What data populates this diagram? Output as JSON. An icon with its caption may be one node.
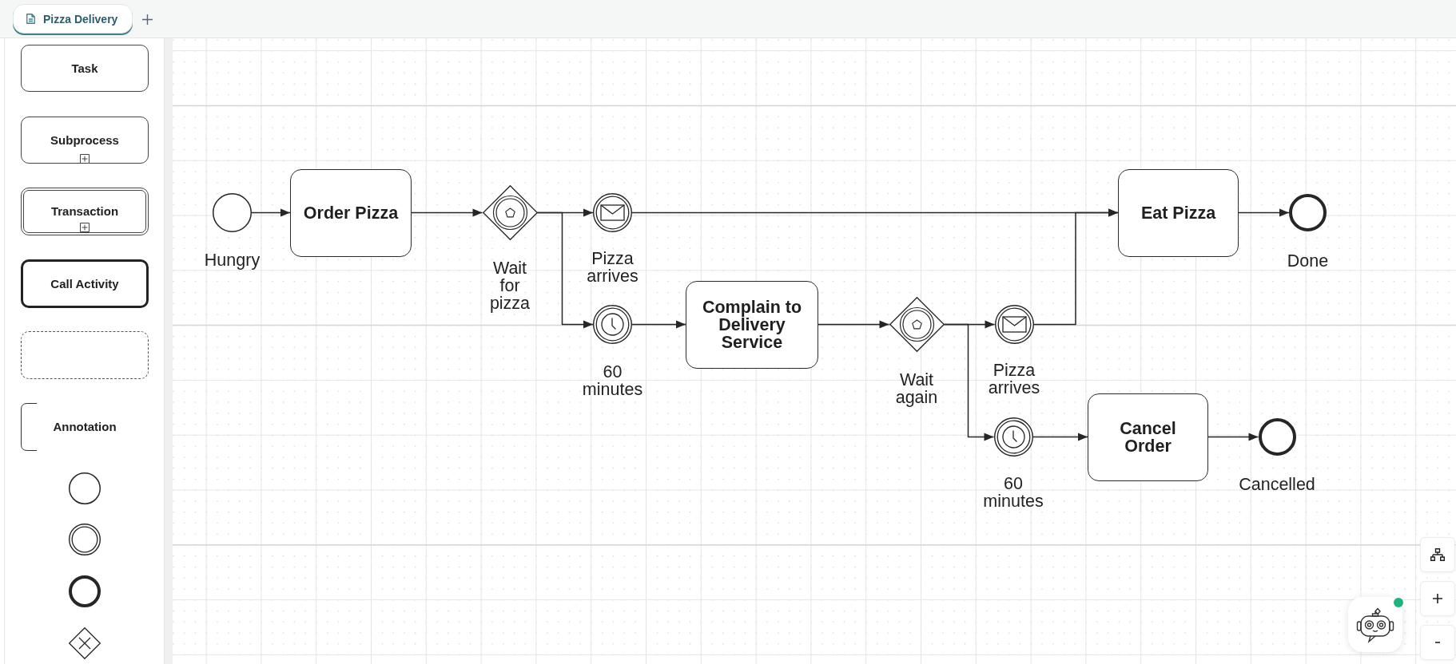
{
  "diagram": {
    "nodes": [
      {
        "text": [
          "Task"
        ]
      },
      {
        "text": [
          "Subprocess"
        ]
      },
      {
        "text": [
          "Transaction"
        ]
      },
      {
        "text": [
          "Call Activity"
        ]
      },
      {
        "text": [],
        "shape": "box"
      },
      {
        "text": [
          "Annotation"
        ]
      },
      {
        "text": [],
        "shape": "circle"
      },
      {
        "text": [],
        "shape": "circle"
      },
      {
        "text": [],
        "shape": "circle"
      },
      {
        "text": [],
        "shape": "diamond"
      },
      {
        "text": [],
        "shape": "circle",
        "beside": [
          "Hungry"
        ]
      },
      {
        "text": [
          "Order Pizza"
        ]
      },
      {
        "text": [],
        "shape": "diamond",
        "beside": [
          "Wait for pizza"
        ]
      },
      {
        "text": [],
        "shape": "circle",
        "beside": [
          "Pizza arrives"
        ]
      },
      {
        "text": [
          "Eat Pizza"
        ]
      },
      {
        "text": [],
        "shape": "circle",
        "beside": [
          "Done"
        ]
      },
      {
        "text": [],
        "shape": "circle",
        "beside": [
          "60 minutes"
        ]
      },
      {
        "text": [
          "Complain to Delivery Service"
        ]
      },
      {
        "text": [],
        "shape": "diamond",
        "beside": [
          "Wait again"
        ]
      },
      {
        "text": [],
        "shape": "circle",
        "beside": [
          "Pizza arrives"
        ]
      },
      {
        "text": [],
        "shape": "circle",
        "beside": [
          "60 minutes"
        ]
      },
      {
        "text": [
          "Cancel Order"
        ]
      },
      {
        "text": [],
        "shape": "circle",
        "beside": [
          "Cancelled"
        ]
      }
    ],
    "edges": [
      {
        "from": 10,
        "to": 11,
        "arrow": "to"
      },
      {
        "from": 11,
        "to": 12,
        "arrow": "to"
      },
      {
        "from": 12,
        "to": 13,
        "arrow": "to"
      },
      {
        "from": 12,
        "to": 16,
        "arrow": "to"
      },
      {
        "from": 13,
        "to": 14,
        "arrow": "to"
      },
      {
        "from": 14,
        "to": 15,
        "arrow": "to"
      },
      {
        "from": 16,
        "to": 17,
        "arrow": "to"
      },
      {
        "from": 17,
        "to": 18,
        "arrow": "to"
      },
      {
        "from": 18,
        "to": 19,
        "arrow": "to"
      },
      {
        "from": 18,
        "to": 20,
        "arrow": "to"
      },
      {
        "from": 19,
        "to": 14,
        "arrow": "to"
      },
      {
        "from": 20,
        "to": 21,
        "arrow": "to"
      },
      {
        "from": 21,
        "to": 22,
        "arrow": "to"
      }
    ],
    "labels": [
      "Pizza Delivery"
    ]
  }
}
